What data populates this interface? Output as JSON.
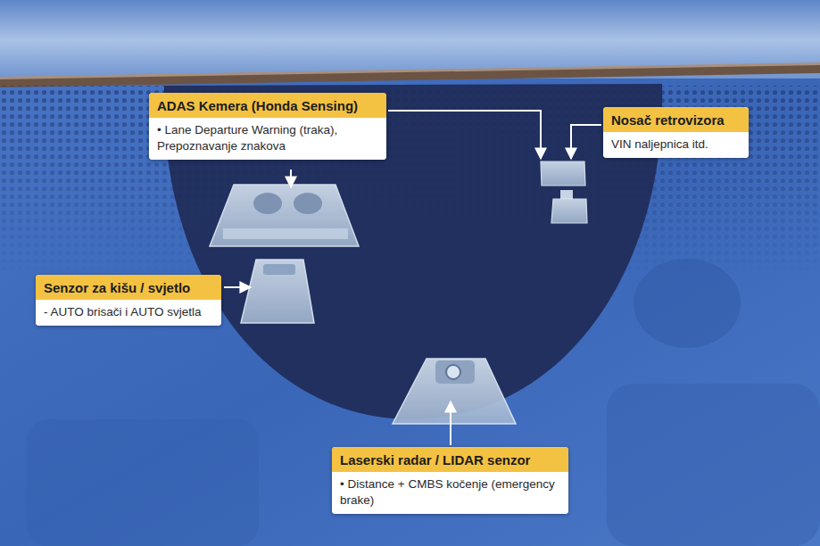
{
  "diagram": {
    "nodes": [
      {
        "text": [
          "ADAS Kemera (Honda Sensing)",
          "• Lane Departure Warning (traka), Prepoznavanje znakova"
        ]
      },
      {
        "text": [
          "Nosač retrovizora",
          "VIN naljepnica itd."
        ]
      },
      {
        "text": [
          "Senzor za kišu / svjetlo",
          "- AUTO brisači i AUTO svjetla"
        ]
      },
      {
        "text": [
          "Laserski radar / LIDAR senzor",
          "• Distance + CMBS kočenje (emergency brake)"
        ]
      }
    ]
  }
}
